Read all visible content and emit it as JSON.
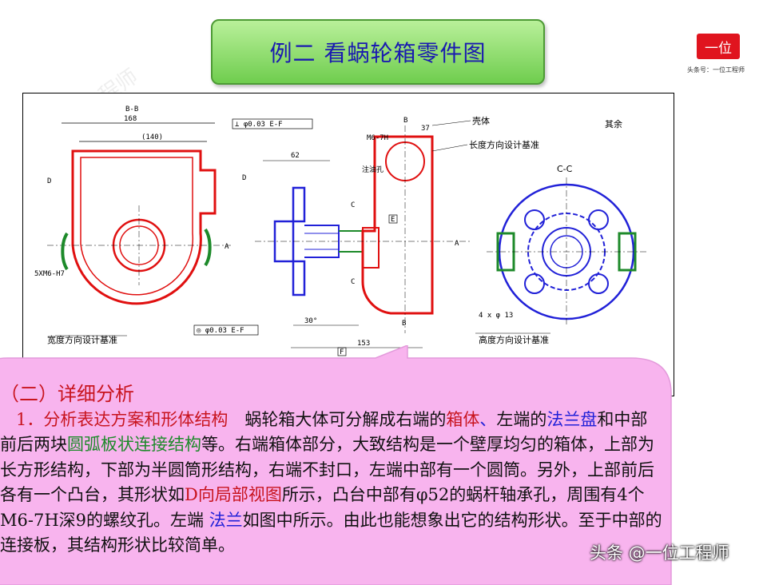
{
  "title": "例二  看蜗轮箱零件图",
  "logo": {
    "mark": "一位",
    "subtitle": "头条号：一位工程师"
  },
  "drawing": {
    "section_bb": "B-B",
    "section_cc": "C-C",
    "dim_168": "168",
    "dim_140": "(140)",
    "dim_62": "62",
    "dim_37": "37",
    "dim_153": "153",
    "dim_30": "30°",
    "label_shell": "壳体",
    "label_length_datum": "长度方向设计基准",
    "label_width_datum": "宽度方向设计基准",
    "label_height_datum": "高度方向设计基准",
    "label_oil": "注油孔",
    "label_other": "其余",
    "label_thread": "5XM6-H7",
    "label_m6": "M6-7H",
    "tol_perp": "⊥ φ0.03  E-F",
    "tol_conc": "◎ φ0.03  E-F",
    "holes_note": "4 x φ 13",
    "marks": {
      "a": "A",
      "b": "B",
      "c": "C",
      "d": "D",
      "e": "E",
      "f": "F"
    }
  },
  "section": {
    "heading": "（二）详细分析",
    "para_label": "1．分析表达方案和形体结构",
    "t1": "　蜗轮箱大体可分解成右端的",
    "k_box": "箱体",
    "t_comma": "、",
    "t2": "左端的",
    "k_flange": "法兰盘",
    "t3": "和中部前后两块",
    "k_arc": "圆弧板状连接结构",
    "t4": "等。右端箱体部分，大致结构是一个壁厚均匀的箱体，上部为长方形结构，下部为半圆筒形结构，右端不封口，左端中部有一个圆筒。另外，上部前后各有一个凸台，其形状如",
    "k_dview": "D向局部视图",
    "t5": "所示，凸台中部有φ52的蜗杆轴承孔，周围有4个M6-7H深9的螺纹孔。左端 ",
    "k_flange2": "法兰",
    "t6": "如图中所示。由此也能想象出它的结构形状。至于中部的连接板，其结构形状比较简单。"
  },
  "footer": "头条 @一位工程师",
  "watermark": "一位工程师",
  "colors": {
    "accent_red": "#c8141e",
    "accent_blue": "#2121d8",
    "accent_green": "#1d8a2a",
    "callout": "#f8b4ee"
  }
}
